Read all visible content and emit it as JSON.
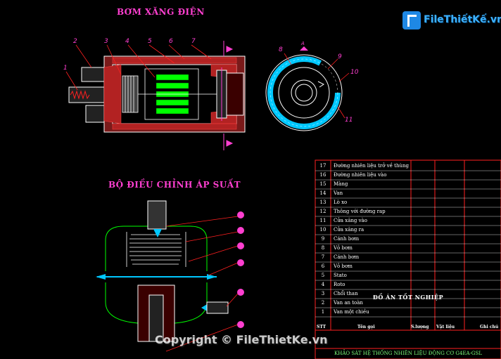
{
  "titles": {
    "pump": "BƠM XĂNG ĐIỆN",
    "regulator": "BỘ ĐIỀU CHỈNH ÁP SUẤT"
  },
  "logo": {
    "text": "FileThiếtKế.vn"
  },
  "watermark": "Copyright © FileThietKe.vn",
  "callouts": {
    "pump": [
      "1",
      "2",
      "3",
      "4",
      "5",
      "6",
      "7"
    ],
    "ring": [
      "8",
      "9",
      "10",
      "11"
    ],
    "section_mark": "A"
  },
  "bom": {
    "rows": [
      {
        "stt": "17",
        "name": "Đường nhiên liệu trở về thùng"
      },
      {
        "stt": "16",
        "name": "Đường nhiên liệu vào"
      },
      {
        "stt": "15",
        "name": "Màng"
      },
      {
        "stt": "14",
        "name": "Van"
      },
      {
        "stt": "13",
        "name": "Lò xo"
      },
      {
        "stt": "12",
        "name": "Thông với đường rap"
      },
      {
        "stt": "11",
        "name": "Cửa xăng vào"
      },
      {
        "stt": "10",
        "name": "Cửa xăng ra"
      },
      {
        "stt": "9",
        "name": "Cánh bơm"
      },
      {
        "stt": "8",
        "name": "Vỏ bơm"
      },
      {
        "stt": "7",
        "name": "Cánh bơm"
      },
      {
        "stt": "6",
        "name": "Vỏ bơm"
      },
      {
        "stt": "5",
        "name": "Stato"
      },
      {
        "stt": "4",
        "name": "Roto"
      },
      {
        "stt": "3",
        "name": "Chổi than"
      },
      {
        "stt": "2",
        "name": "Van an toàn"
      },
      {
        "stt": "1",
        "name": "Van một chiều"
      }
    ],
    "headers": {
      "stt": "STT",
      "name": "Tên gọi",
      "qty": "S.lượng",
      "material": "Vật liệu",
      "note": "Ghi chú"
    },
    "project_title": "ĐỒ ÁN TỐT NGHIỆP",
    "subject": "KHẢO SÁT HỆ THỐNG NHIÊN LIỆU ĐỘNG CƠ G4EA-GSL"
  },
  "colors": {
    "background": "#000000",
    "title": "#ff3fd0",
    "outline": "#ffffff",
    "green": "#00ff00",
    "section": "#ff2020",
    "table_frame": "#ff2020",
    "cyan": "#00c8ff",
    "magenta": "#ff3fd0"
  }
}
